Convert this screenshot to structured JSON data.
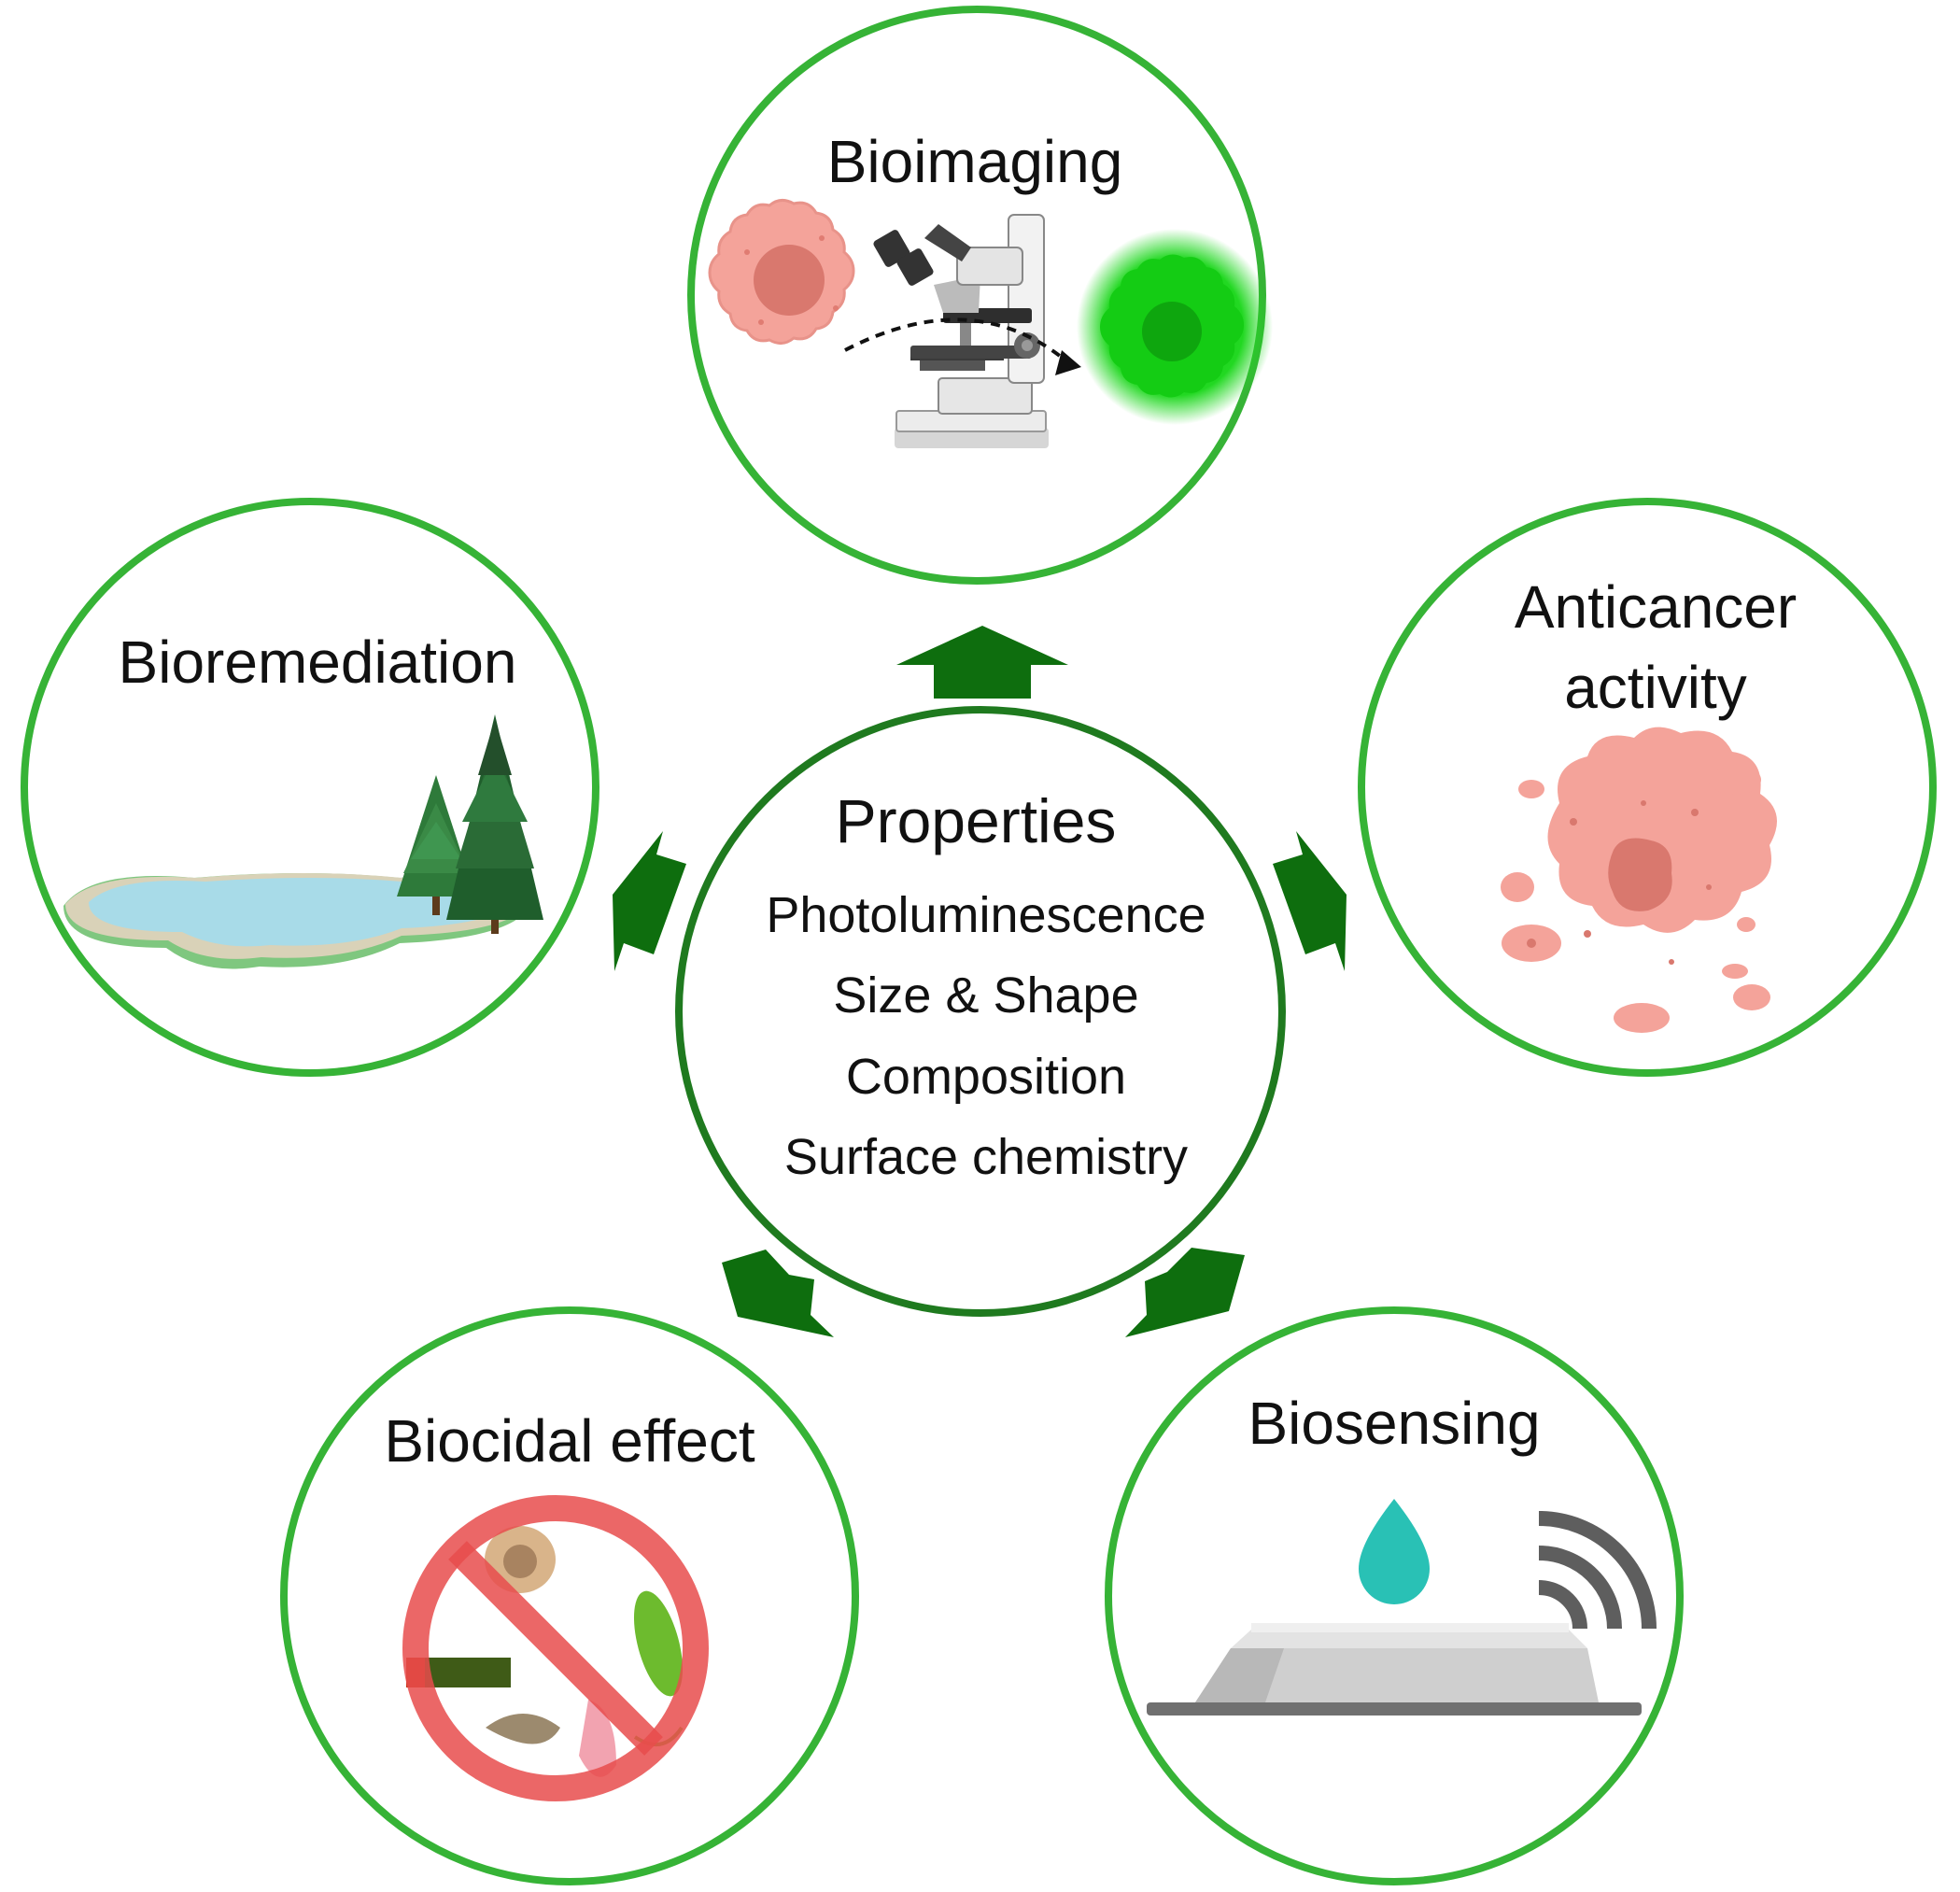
{
  "center": {
    "title": "Properties",
    "items": [
      "Photoluminescence",
      "Size & Shape",
      "Composition",
      "Surface chemistry"
    ]
  },
  "applications": {
    "bioimaging": {
      "label": "Bioimaging"
    },
    "anticancer": {
      "label_line1": "Anticancer",
      "label_line2": "activity"
    },
    "biosensing": {
      "label": "Biosensing"
    },
    "biocidal": {
      "label": "Biocidal effect"
    },
    "bioremediation": {
      "label": "Bioremediation"
    }
  },
  "colors": {
    "ring": "#36b336",
    "center_ring": "#1f7a1f",
    "arrow": "#0e6e0e",
    "cell_pink": "#f4a39a",
    "cell_nucleus": "#d9786e",
    "glow_green": "#22d022",
    "water": "#a8dbe8",
    "drop": "#29c1b5",
    "no_sign": "#e84c4c"
  },
  "icons": [
    "microscope-icon",
    "cell-icon",
    "fluorescent-cell-icon",
    "tumor-cells-icon",
    "water-drop-icon",
    "wireless-signal-icon",
    "sensor-device-icon",
    "microbes-icon",
    "prohibition-icon",
    "lake-icon",
    "tree-icon"
  ]
}
